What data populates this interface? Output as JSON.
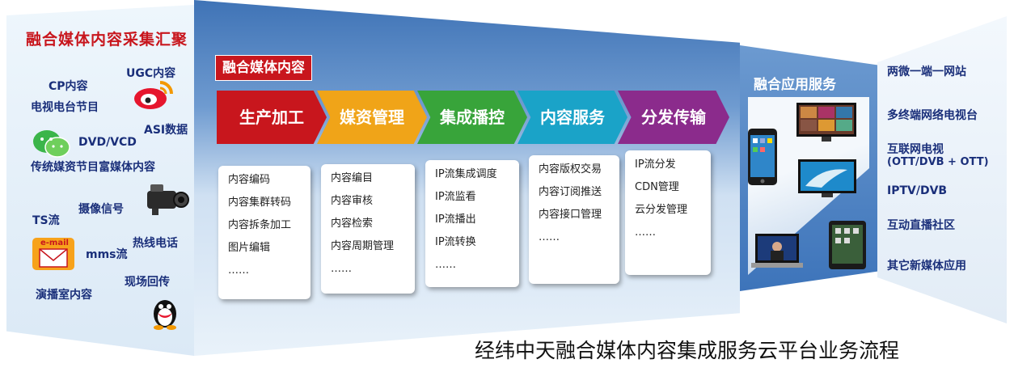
{
  "left": {
    "title": "融合媒体内容采集汇聚",
    "sources": [
      "CP内容",
      "UGC内容",
      "电视电台节目",
      "DVD/VCD",
      "ASI数据",
      "传统媒资节目富媒体内容",
      "TS流",
      "摄像信号",
      "mms流",
      "热线电话",
      "演播室内容",
      "现场回传"
    ],
    "email_icon_text": "e-mail"
  },
  "center": {
    "title": "融合媒体内容",
    "stages": [
      {
        "label": "生产加工",
        "color": "#c8161d",
        "items": [
          "内容编码",
          "内容集群转码",
          "内容拆条加工",
          "图片编辑",
          "……"
        ]
      },
      {
        "label": "媒资管理",
        "color": "#f0a418",
        "items": [
          "内容编目",
          "内容审核",
          "内容检索",
          "内容周期管理",
          "……"
        ]
      },
      {
        "label": "集成播控",
        "color": "#38a43a",
        "items": [
          "IP流集成调度",
          "IP流监看",
          "IP流播出",
          "IP流转换",
          "……"
        ]
      },
      {
        "label": "内容服务",
        "color": "#1aa3c8",
        "items": [
          "内容版权交易",
          "内容订阅推送",
          "内容接口管理",
          "……"
        ]
      },
      {
        "label": "分发传输",
        "color": "#8b2b8c",
        "items": [
          "IP流分发",
          "CDN管理",
          "云分发管理",
          "……"
        ]
      }
    ]
  },
  "right": {
    "title": "融合应用服务",
    "services": [
      "两微一端一网站",
      "多终端网络电视台",
      "互联网电视",
      "(OTT/DVB + OTT)",
      "IPTV/DVB",
      "互动直播社区",
      "其它新媒体应用"
    ]
  },
  "caption": "经纬中天融合媒体内容集成服务云平台业务流程"
}
